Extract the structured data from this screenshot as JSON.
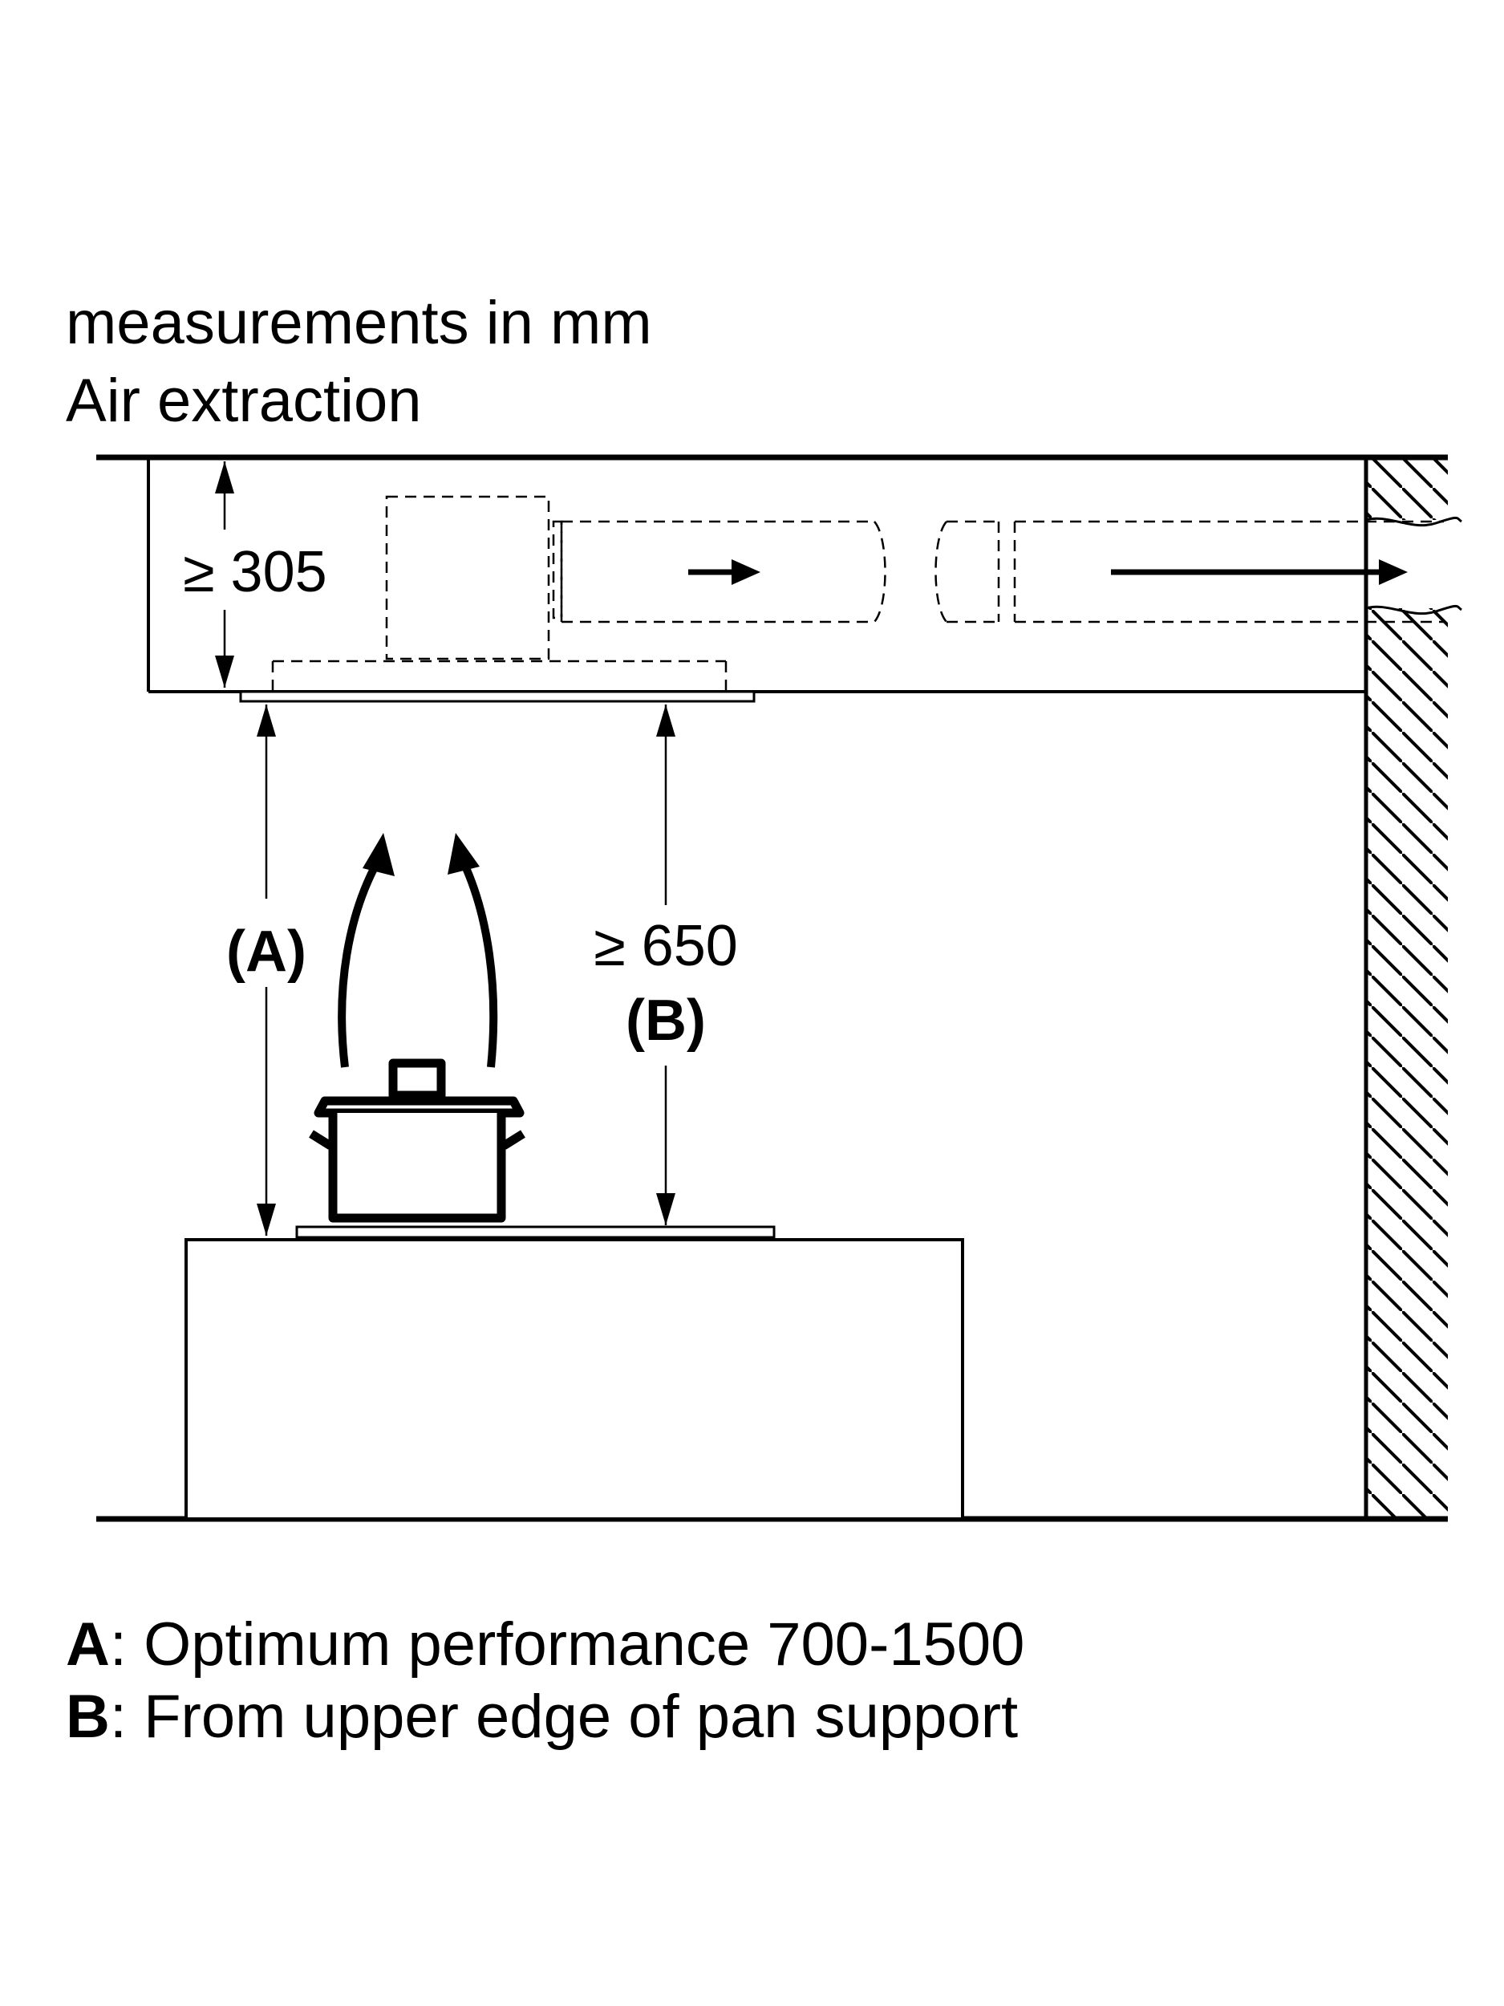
{
  "header": {
    "units_note": "measurements in mm",
    "mode_title": "Air extraction"
  },
  "dimensions": {
    "ceiling_clearance": "≥ 305",
    "hob_clearance": "≥ 650",
    "label_a": "(A)",
    "label_b": "(B)"
  },
  "legend": [
    {
      "key": "A",
      "text": ": Optimum performance 700-1500"
    },
    {
      "key": "B",
      "text": ": From upper edge of pan support"
    }
  ],
  "colors": {
    "line": "#000000",
    "background": "#ffffff"
  }
}
